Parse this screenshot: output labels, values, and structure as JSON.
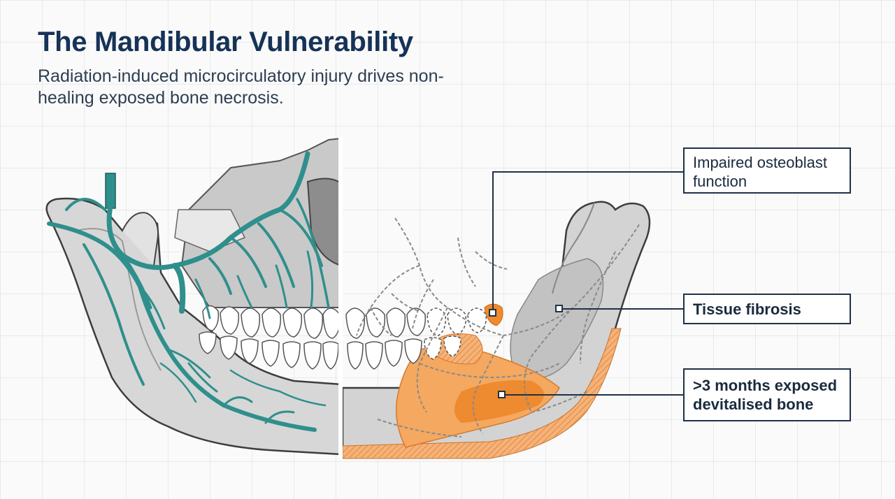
{
  "header": {
    "title": "The Mandibular Vulnerability",
    "subtitle": "Radiation-induced microcirculatory injury drives non-healing exposed bone necrosis."
  },
  "callouts": [
    {
      "label": "Impaired osteoblast function"
    },
    {
      "label": "Tissue fibrosis"
    },
    {
      "label": ">3 months exposed devitalised bone"
    }
  ],
  "colors": {
    "title": "#163257",
    "vessel": "#2f8f8c",
    "necrosis": "#f2913d",
    "bone": "#d9d9d9",
    "leader": "#1f3147"
  },
  "icons": {
    "healthy_side": "mandible-healthy-vasculature",
    "irradiated_side": "mandible-irradiated-necrosis"
  }
}
